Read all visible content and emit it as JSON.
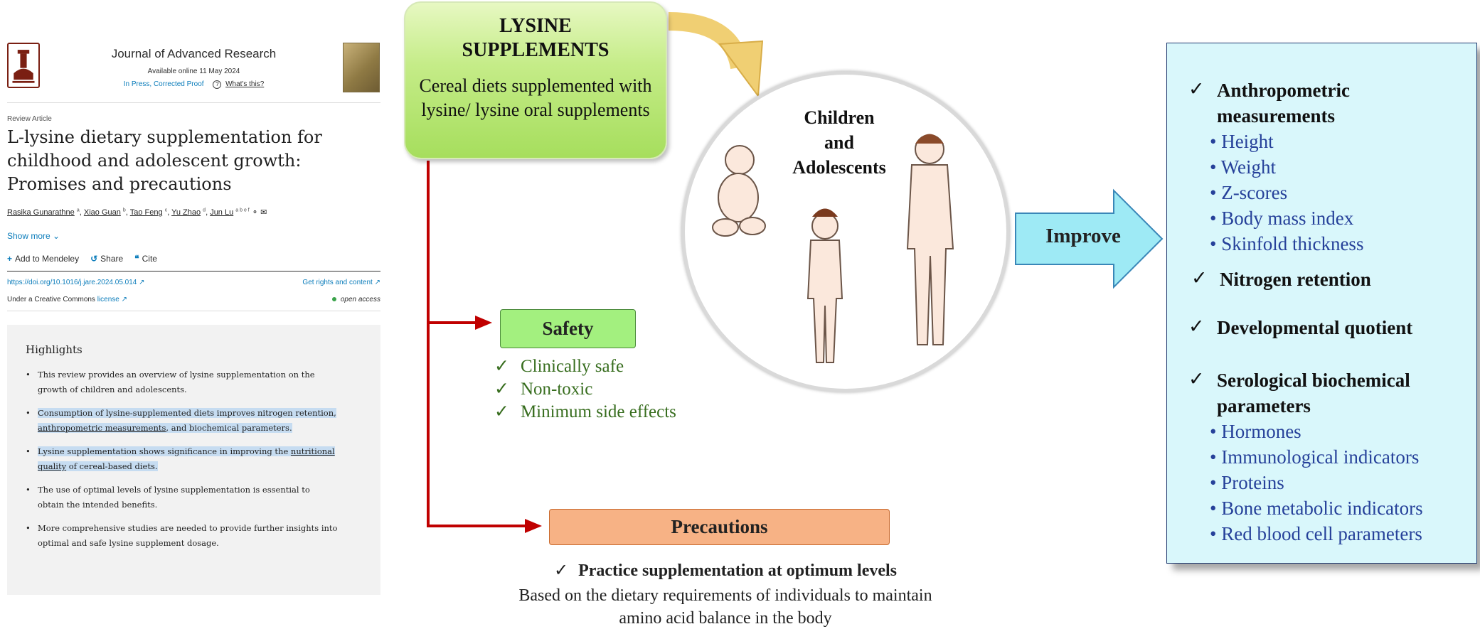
{
  "article": {
    "journal_name": "Journal of Advanced Research",
    "available_online": "Available online 11 May 2024",
    "status": "In Press, Corrected Proof",
    "whats_this": "What's this?",
    "article_type": "Review Article",
    "title": "L-lysine dietary supplementation for childhood and adolescent growth: Promises and precautions",
    "authors": [
      {
        "name": "Rasika Gunarathne",
        "sup": "a"
      },
      {
        "name": "Xiao Guan",
        "sup": "b"
      },
      {
        "name": "Tao Feng",
        "sup": "c"
      },
      {
        "name": "Yu Zhao",
        "sup": "d"
      },
      {
        "name": "Jun Lu",
        "sup": "a b e f"
      }
    ],
    "show_more": "Show more",
    "actions": {
      "add_mendeley": "Add to Mendeley",
      "share": "Share",
      "cite": "Cite"
    },
    "doi": "https://doi.org/10.1016/j.jare.2024.05.014",
    "rights": "Get rights and content",
    "license_prefix": "Under a Creative Commons",
    "license_link": "license",
    "open_access": "open access",
    "highlights_title": "Highlights",
    "highlights": [
      {
        "pre": "This review provides an overview of lysine supplementation on the growth of children and adolescents.",
        "link": "",
        "post": ""
      },
      {
        "pre": "Consumption of lysine-supplemented diets improves nitrogen retention, ",
        "link": "anthropometric measurements",
        "post": ", and biochemical parameters."
      },
      {
        "pre": "Lysine supplementation shows significance in improving the ",
        "link": "nutritional quality",
        "post": " of cereal-based diets."
      },
      {
        "pre": "The use of optimal levels of lysine supplementation is essential to obtain the intended benefits.",
        "link": "",
        "post": ""
      },
      {
        "pre": "More comprehensive studies are needed to provide further insights into optimal and safe lysine supplement dosage.",
        "link": "",
        "post": ""
      }
    ]
  },
  "diagram": {
    "lysine_title": "LYSINE\nSUPPLEMENTS",
    "lysine_desc": "Cereal diets supplemented with lysine/ lysine oral supplements",
    "circle_title": "Children\nand\nAdolescents",
    "improve": "Improve",
    "check": "✓",
    "outcomes": {
      "anthro_head": "Anthropometric\nmeasurements",
      "anthro_items": [
        "Height",
        "Weight",
        "Z-scores",
        "Body mass index",
        "Skinfold thickness"
      ],
      "nitrogen": "Nitrogen retention",
      "developmental": "Developmental quotient",
      "serological_head": "Serological biochemical\nparameters",
      "serological_items": [
        "Hormones",
        "Immunological indicators",
        "Proteins",
        "Bone metabolic indicators",
        "Red blood cell parameters"
      ]
    },
    "safety_label": "Safety",
    "safety_items": [
      "Clinically safe",
      "Non-toxic",
      "Minimum side effects"
    ],
    "precautions_label": "Precautions",
    "precautions_head": "Practice supplementation at optimum levels",
    "precautions_desc": "Based on the dietary requirements of individuals to maintain amino acid balance in the body"
  },
  "colors": {
    "link_blue": "#0c7dbb",
    "arrow_red": "#c00000",
    "outcome_blue": "#26419a",
    "safety_green": "#376d1e"
  }
}
